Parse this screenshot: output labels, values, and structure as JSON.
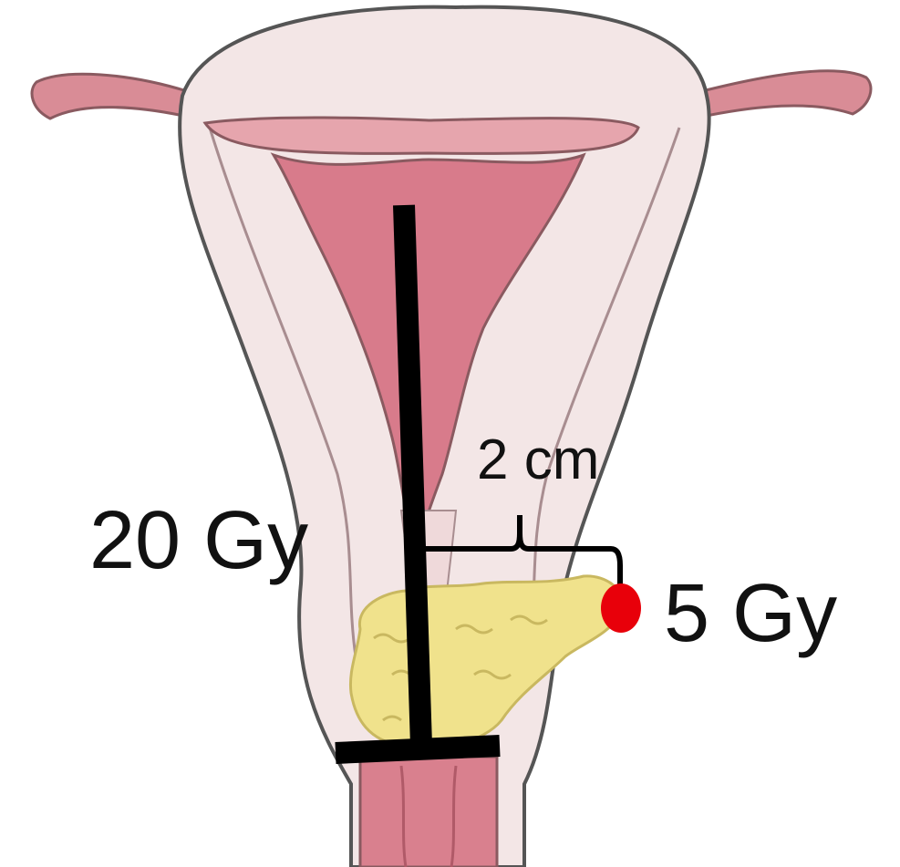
{
  "labels": {
    "applicator_dose": "20 Gy",
    "point_dose": "5 Gy",
    "distance": "2 cm"
  },
  "colors": {
    "background": "#ffffff",
    "uterus_outer": "#f3e6e6",
    "uterus_wall": "#d9c3c5",
    "outline": "#555555",
    "tube": "#d98c96",
    "cavity": "#d87b8b",
    "tumor": "#f0e28c",
    "applicator": "#000000",
    "dose_point": "#e8000a",
    "text": "#111111"
  }
}
